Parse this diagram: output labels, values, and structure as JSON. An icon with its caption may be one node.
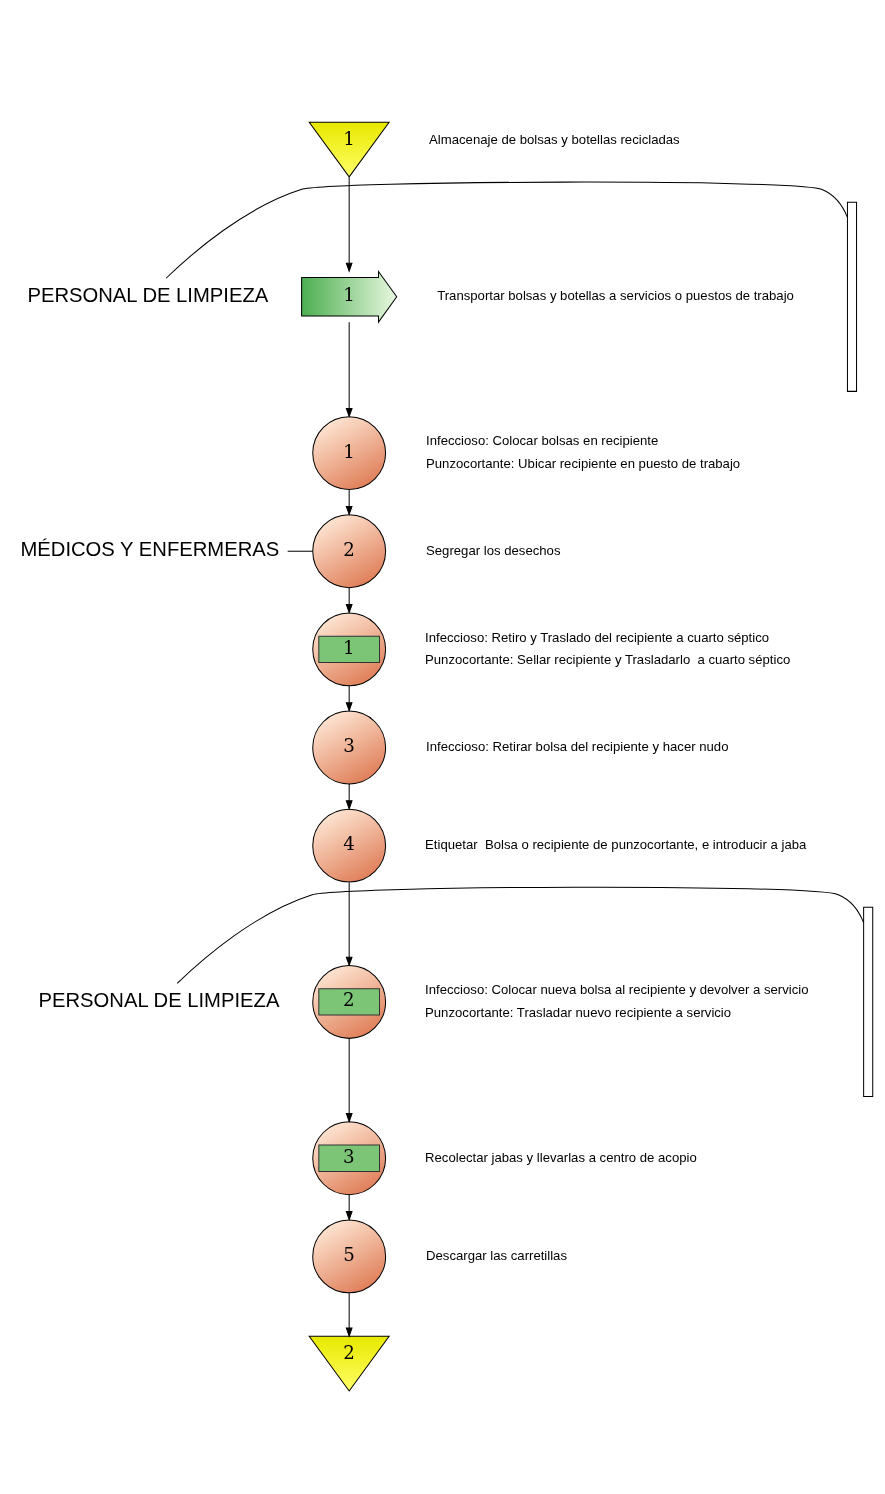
{
  "diagram": {
    "nodes": [
      {
        "text": [
          "PERSONAL DE LIMPIEZA"
        ]
      },
      {
        "text": [],
        "shape": "bracket"
      },
      {
        "text": [
          "1"
        ],
        "beside": [
          "Almacenaje de bolsas y botellas recicladas"
        ]
      },
      {
        "text": [
          "1"
        ],
        "beside": [
          "Transportar bolsas y botellas a servicios o puestos de trabajo"
        ]
      },
      {
        "text": [
          "1"
        ],
        "beside": [
          "Infeccioso: Colocar bolsas en recipiente",
          "Punzocortante: Ubicar recipiente en puesto de trabajo"
        ]
      },
      {
        "text": [
          "MÉDICOS Y ENFERMERAS"
        ]
      },
      {
        "text": [
          "2"
        ],
        "beside": [
          "Segregar los desechos"
        ]
      },
      {
        "text": [
          "PERSONAL DE LIMPIEZA"
        ]
      },
      {
        "text": [],
        "shape": "bracket"
      },
      {
        "text": [
          "1"
        ],
        "beside": [
          "Infeccioso: Retiro y Traslado del recipiente a cuarto séptico",
          "Punzocortante: Sellar recipiente y Trasladarlo  a cuarto séptico"
        ]
      },
      {
        "text": [
          "3"
        ],
        "beside": [
          "Infeccioso: Retirar bolsa del recipiente y hacer nudo"
        ]
      },
      {
        "text": [
          "4"
        ],
        "beside": [
          "Etiquetar  Bolsa o recipiente de punzocortante, e introducir a jaba"
        ]
      },
      {
        "text": [
          "2"
        ],
        "beside": [
          "Infeccioso: Colocar nueva bolsa al recipiente y devolver a servicio",
          "Punzocortante: Trasladar nuevo recipiente a servicio"
        ]
      },
      {
        "text": [
          "3"
        ],
        "beside": [
          "Recolectar jabas y llevarlas a centro de acopio"
        ]
      },
      {
        "text": [
          "5"
        ],
        "beside": [
          "Descargar las carretillas"
        ]
      },
      {
        "text": [
          "2"
        ]
      }
    ],
    "edges": [
      {
        "from": 0,
        "to": 1,
        "arrow": "none"
      },
      {
        "from": 2,
        "to": 3,
        "arrow": "to"
      },
      {
        "from": 3,
        "to": 4,
        "arrow": "to"
      },
      {
        "from": 4,
        "to": 6,
        "arrow": "to"
      },
      {
        "from": 5,
        "to": 6,
        "arrow": "none"
      },
      {
        "from": 6,
        "to": 9,
        "arrow": "to"
      },
      {
        "from": 7,
        "to": 8,
        "arrow": "none"
      },
      {
        "from": 9,
        "to": 10,
        "arrow": "to"
      },
      {
        "from": 10,
        "to": 11,
        "arrow": "to"
      },
      {
        "from": 11,
        "to": 12,
        "arrow": "to"
      },
      {
        "from": 12,
        "to": 13,
        "arrow": "to"
      },
      {
        "from": 13,
        "to": 14,
        "arrow": "to"
      },
      {
        "from": 14,
        "to": 15,
        "arrow": "to"
      }
    ]
  }
}
